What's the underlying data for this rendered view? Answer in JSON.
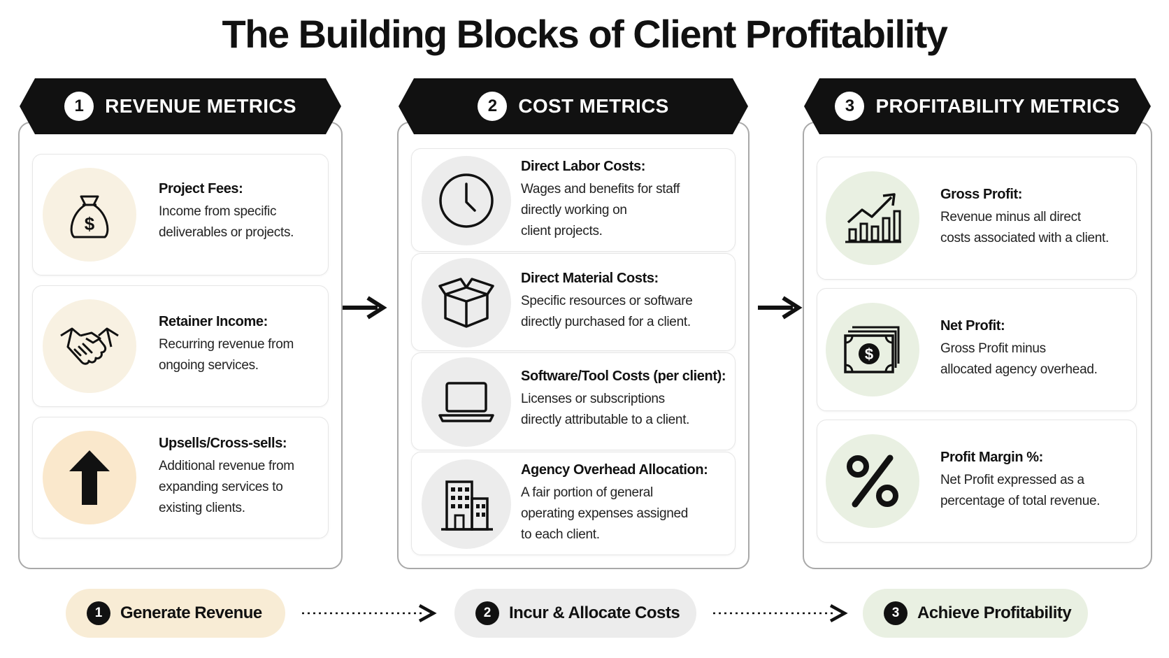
{
  "title": "The Building Blocks of Client Profitability",
  "colors": {
    "banner": "#111111",
    "revenue_tint": "#f8f1e2",
    "revenue_accent": "#fae8cc",
    "cost_tint": "#ececec",
    "profit_tint": "#e9f0e2"
  },
  "columns": [
    {
      "number": "1",
      "heading": "REVENUE METRICS",
      "cards": [
        {
          "icon": "money-bag-icon",
          "title": "Project Fees:",
          "desc": "Income from specific\ndeliverables or projects."
        },
        {
          "icon": "handshake-icon",
          "title": "Retainer Income:",
          "desc": "Recurring revenue from\nongoing services."
        },
        {
          "icon": "arrow-up-icon",
          "title": "Upsells/Cross-sells:",
          "desc": "Additional revenue from\nexpanding services to\nexisting clients."
        }
      ]
    },
    {
      "number": "2",
      "heading": "COST METRICS",
      "cards": [
        {
          "icon": "clock-icon",
          "title": "Direct Labor Costs:",
          "desc": "Wages and benefits for staff\ndirectly working on\nclient projects."
        },
        {
          "icon": "box-icon",
          "title": "Direct Material Costs:",
          "desc": "Specific resources or software\ndirectly purchased for a client."
        },
        {
          "icon": "laptop-icon",
          "title": "Software/Tool Costs (per client):",
          "desc": "Licenses or subscriptions\ndirectly attributable to a client."
        },
        {
          "icon": "building-icon",
          "title": "Agency Overhead Allocation:",
          "desc": "A fair portion of general\noperating expenses assigned\nto each client."
        }
      ]
    },
    {
      "number": "3",
      "heading": "PROFITABILITY METRICS",
      "cards": [
        {
          "icon": "growth-chart-icon",
          "title": "Gross Profit:",
          "desc": "Revenue minus all direct\ncosts associated with a client."
        },
        {
          "icon": "banknote-icon",
          "title": "Net Profit:",
          "desc": "Gross Profit minus\nallocated agency overhead."
        },
        {
          "icon": "percent-icon",
          "title": "Profit Margin %:",
          "desc": "Net Profit expressed as a\npercentage of total revenue."
        }
      ]
    }
  ],
  "flow": [
    {
      "number": "1",
      "label": "Generate Revenue"
    },
    {
      "number": "2",
      "label": "Incur & Allocate Costs"
    },
    {
      "number": "3",
      "label": "Achieve Profitability"
    }
  ]
}
